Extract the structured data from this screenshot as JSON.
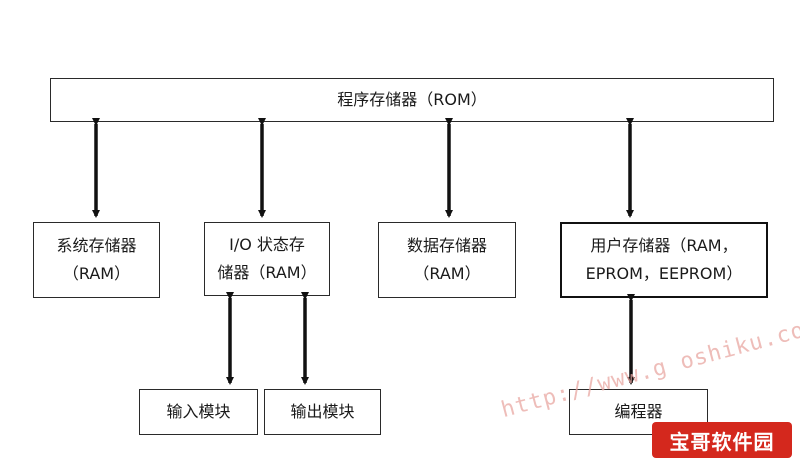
{
  "nodes": {
    "rom": "程序存储器（ROM）",
    "system_memory": [
      "系统存储器",
      "（RAM）"
    ],
    "io_status_memory": [
      "I/O 状态存",
      "储器（RAM）"
    ],
    "data_memory": [
      "数据存储器",
      "（RAM）"
    ],
    "user_memory": [
      "用户存储器（RAM，",
      "EPROM，EEPROM）"
    ],
    "input_module": "输入模块",
    "output_module": "输出模块",
    "programmer": "编程器"
  },
  "edges": [
    {
      "from": "rom",
      "to": "system_memory",
      "direction": "both"
    },
    {
      "from": "rom",
      "to": "io_status_memory",
      "direction": "both"
    },
    {
      "from": "rom",
      "to": "data_memory",
      "direction": "both"
    },
    {
      "from": "rom",
      "to": "user_memory",
      "direction": "both"
    },
    {
      "from": "io_status_memory",
      "to": "input_module",
      "direction": "both"
    },
    {
      "from": "io_status_memory",
      "to": "output_module",
      "direction": "both"
    },
    {
      "from": "user_memory",
      "to": "programmer",
      "direction": "both"
    }
  ],
  "watermark": {
    "url_text": "http://www.g   oshiku.com",
    "logo_text": "宝哥软件园"
  }
}
